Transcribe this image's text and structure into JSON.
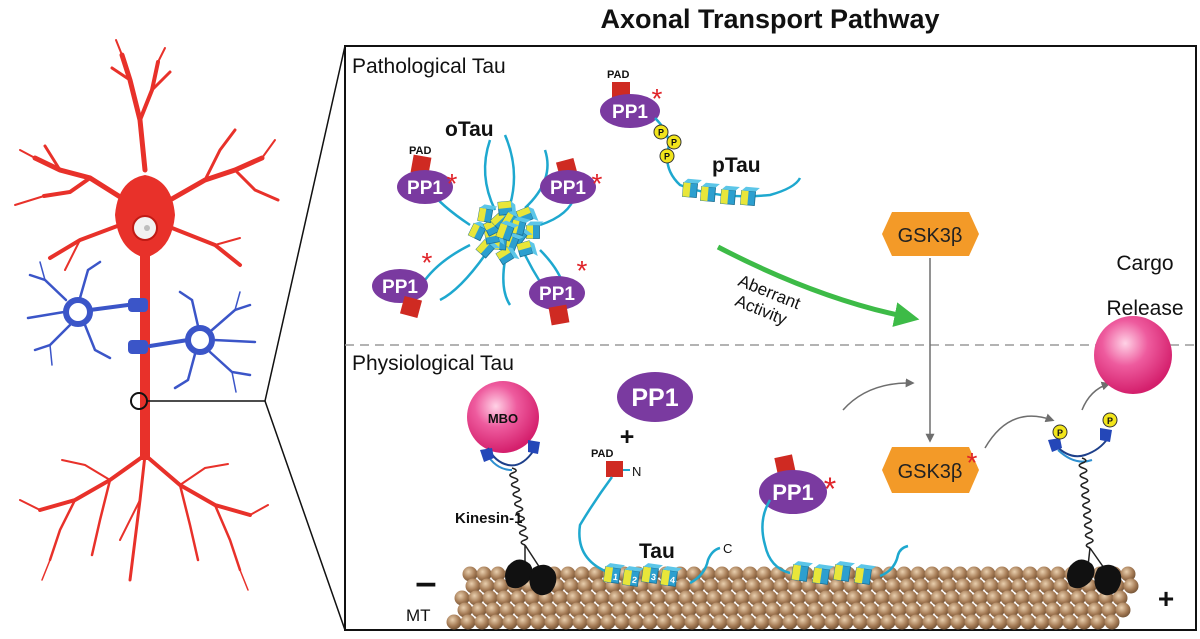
{
  "title": "Axonal Transport Pathway",
  "sections": {
    "pathological": "Pathological Tau",
    "physiological": "Physiological Tau"
  },
  "labels": {
    "otau": "oTau",
    "ptau": "pTau",
    "pp1": "PP1",
    "pad": "PAD",
    "gsk3b": "GSK3β",
    "aberrant_line1": "Aberrant",
    "aberrant_line2": "Activity",
    "cargo_line1": "Cargo",
    "cargo_line2": "Release",
    "mbo": "MBO",
    "kinesin": "Kinesin-1",
    "tau": "Tau",
    "mt": "MT",
    "minus": "–",
    "plus": "+",
    "plus_small": "+",
    "n_term": "N",
    "c_term": "C",
    "asterisk": "*",
    "phospho": "P",
    "repeats": [
      "1",
      "2",
      "3",
      "4"
    ]
  },
  "colors": {
    "neuron": "#e8312a",
    "glia": "#3b55c8",
    "pp1": "#7a3aa0",
    "gsk": "#f39a28",
    "tau_chain": "#1ea8cf",
    "repeat_blue": "#2c9fcf",
    "repeat_yellow": "#e8e63a",
    "pad_red": "#cf2a22",
    "phospho_yellow": "#f2e51b",
    "arrow_green": "#3dbb47",
    "mbo_pink": "#e8367e",
    "microtubule": "#a47d58",
    "asterisk_red": "#e0242a"
  }
}
